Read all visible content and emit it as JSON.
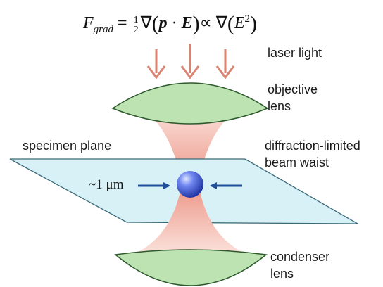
{
  "equation": {
    "lhs": "F",
    "lhs_subscript": "grad",
    "equals": "=",
    "frac_num": "1",
    "frac_den": "2",
    "nabla": "∇",
    "p": "p",
    "dot": "·",
    "E": "E",
    "propto": "∝",
    "E2_base": "E",
    "E2_exp": "2"
  },
  "labels": {
    "laser_light": "laser light",
    "objective_line1": "objective",
    "objective_line2": "lens",
    "specimen_plane": "specimen plane",
    "diffraction_line1": "diffraction-limited",
    "diffraction_line2": "beam waist",
    "scale": "~1 μm",
    "condenser_line1": "condenser",
    "condenser_line2": "lens"
  },
  "colors": {
    "lens_fill": "#bde3b3",
    "lens_stroke": "#2d5a2d",
    "plane_fill": "#d8f1f7",
    "plane_stroke": "#3a6a78",
    "beam": "#f0a294",
    "arrow_laser": "#d98472",
    "arrow_force": "#1f4e9a",
    "bead": "#3b5bd9"
  }
}
